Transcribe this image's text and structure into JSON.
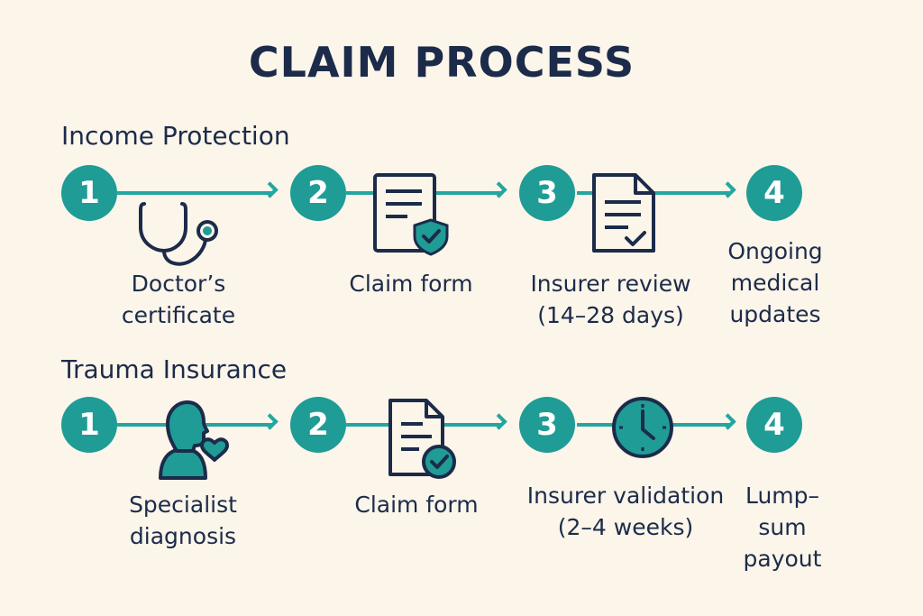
{
  "title": "CLAIM PROCESS",
  "sections": [
    {
      "name": "Income Protection",
      "steps": [
        {
          "number": "1",
          "label_lines": [
            "Doctor’s",
            "certificate"
          ],
          "icon": "stethoscope-icon"
        },
        {
          "number": "2",
          "label_lines": [
            "Claim form"
          ],
          "icon": "form-shield-icon"
        },
        {
          "number": "3",
          "label_lines": [
            "Insurer review",
            "(14–28 days)"
          ],
          "icon": "document-check-icon"
        },
        {
          "number": "4",
          "label_lines": [
            "Ongoing",
            "medical",
            "updates"
          ],
          "icon": ""
        }
      ]
    },
    {
      "name": "Trauma Insurance",
      "steps": [
        {
          "number": "1",
          "label_lines": [
            "Specialist",
            "diagnosis"
          ],
          "icon": "person-heart-icon"
        },
        {
          "number": "2",
          "label_lines": [
            "Claim form"
          ],
          "icon": "form-check-icon"
        },
        {
          "number": "3",
          "label_lines": [
            "Insurer validation",
            "(2–4 weeks)"
          ],
          "icon": "clock-icon"
        },
        {
          "number": "4",
          "label_lines": [
            "Lump–",
            "sum",
            "payout"
          ],
          "icon": ""
        }
      ]
    }
  ],
  "colors": {
    "teal": "#1f9c96",
    "navy": "#1c2b4a",
    "background": "#fbf5ea"
  }
}
